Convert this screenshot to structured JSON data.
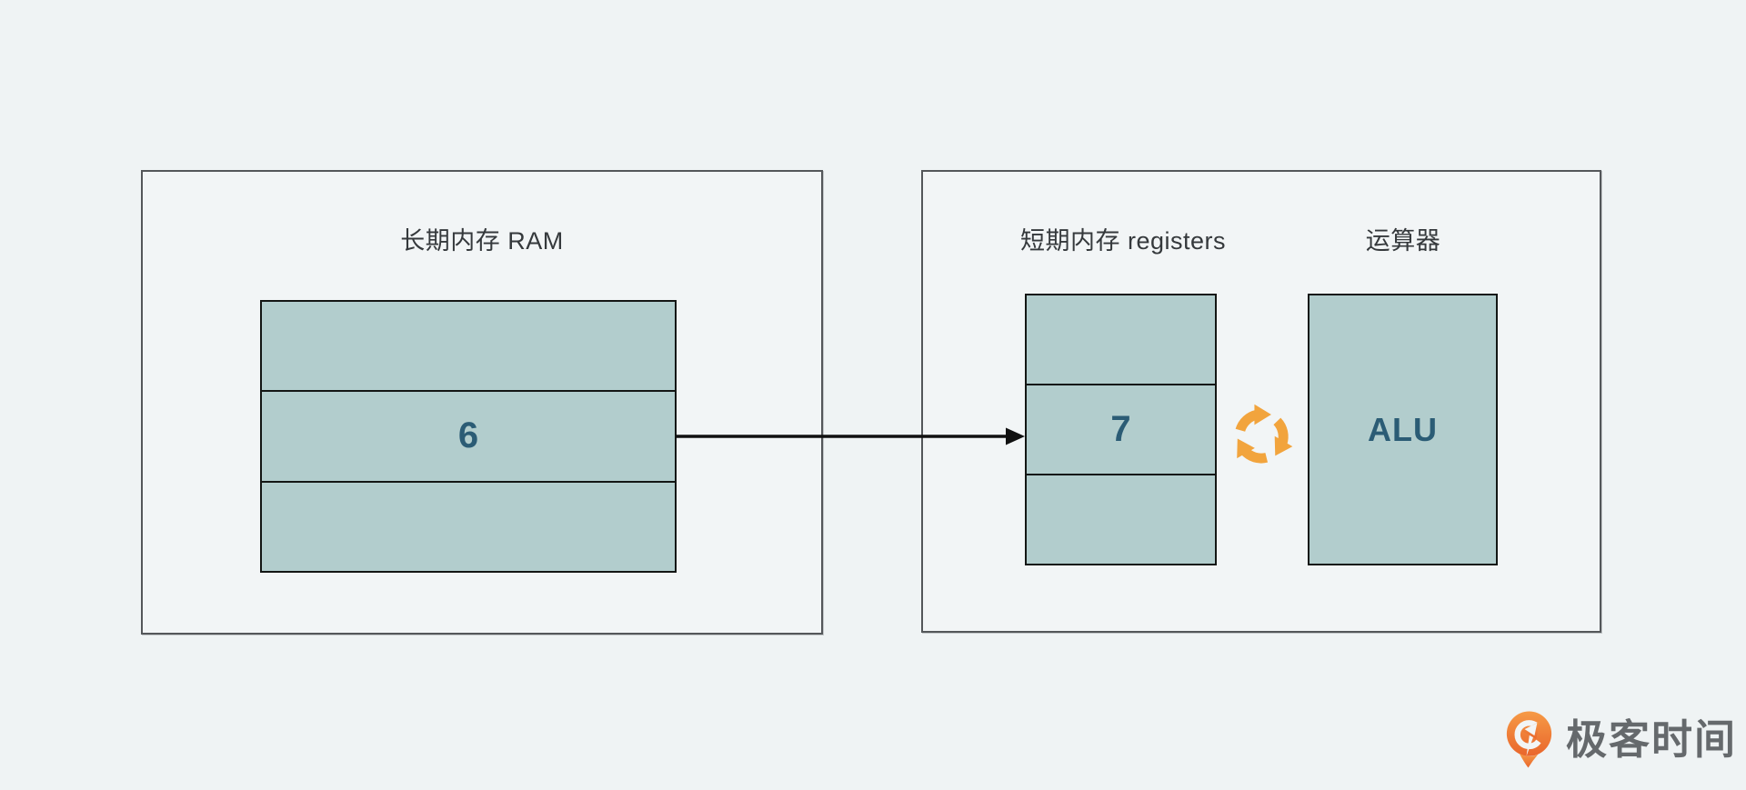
{
  "colors": {
    "background": "#eff3f4",
    "panel_fill": "#f2f5f6",
    "panel_border": "#54575a",
    "cell_fill": "#b2cdcd",
    "cell_border": "#131614",
    "value_text": "#2b5c75",
    "title_text": "#35393c",
    "arrow": "#111111",
    "sync_icon": "#f2a43d",
    "logo_orange": "#ee7a2f",
    "logo_text": "#65696c"
  },
  "ram_panel": {
    "title": "长期内存 RAM",
    "cells": [
      "",
      "6",
      ""
    ]
  },
  "registers_panel": {
    "title": "短期内存 registers",
    "cells": [
      "",
      "7",
      ""
    ]
  },
  "alu": {
    "title": "运算器",
    "label": "ALU"
  },
  "icons": {
    "sync": "sync-cycle-icon",
    "logo": "geektime-logo-icon"
  },
  "logo": {
    "text": "极客时间"
  }
}
